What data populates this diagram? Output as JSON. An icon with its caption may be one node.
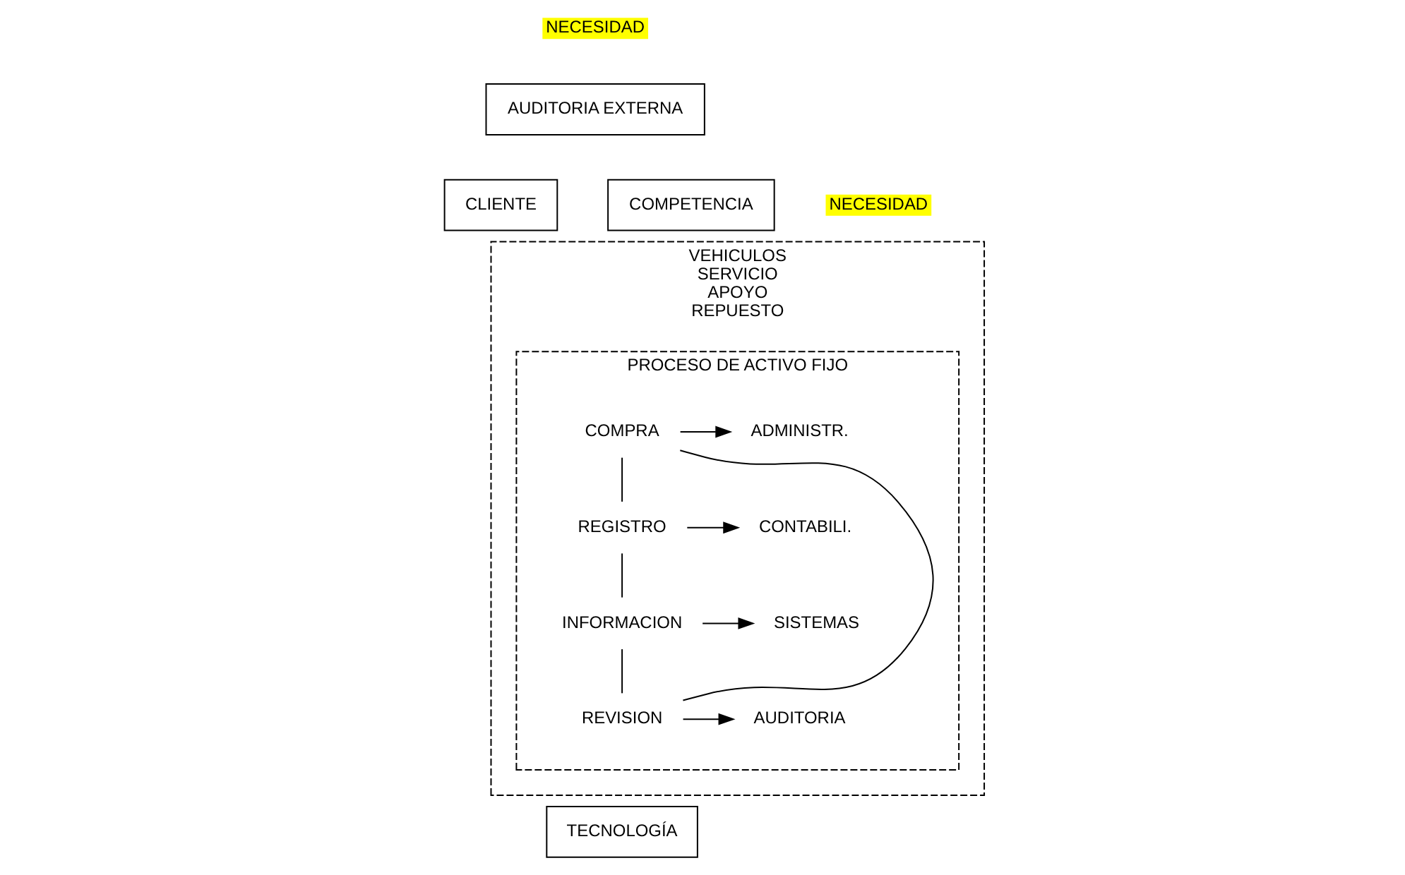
{
  "diagram": {
    "nodes": [
      {
        "text": [
          "AUDITORIA EXTERNA"
        ]
      },
      {
        "text": [
          "VEHICULOS",
          "SERVICIO",
          "APOYO",
          "REPUESTO"
        ]
      },
      {
        "text": [
          "PROCESO DE ACTIVO FIJO"
        ],
        "in": 1
      },
      {
        "text": [
          "COMPRA"
        ],
        "in": 2
      },
      {
        "text": [
          "ADMINISTR."
        ],
        "in": 2
      },
      {
        "text": [
          "REGISTRO"
        ],
        "in": 2
      },
      {
        "text": [
          "CONTABILI."
        ],
        "in": 2
      },
      {
        "text": [
          "INFORMACION"
        ],
        "in": 2
      },
      {
        "text": [
          "SISTEMAS"
        ],
        "in": 2
      },
      {
        "text": [
          "REVISION"
        ],
        "in": 2
      },
      {
        "text": [
          "AUDITORIA"
        ],
        "in": 2
      },
      {
        "text": [
          "CLIENTE"
        ]
      },
      {
        "text": [
          "COMPETENCIA"
        ]
      },
      {
        "text": [
          "TECNOLOGÍA"
        ]
      }
    ],
    "edges": [
      {
        "from": 3,
        "to": 4,
        "arrow": "to"
      },
      {
        "from": 5,
        "to": 6,
        "arrow": "to"
      },
      {
        "from": 7,
        "to": 8,
        "arrow": "to"
      },
      {
        "from": 9,
        "to": 10,
        "arrow": "to"
      },
      {
        "from": 3,
        "to": 5,
        "arrow": "none"
      },
      {
        "from": 5,
        "to": 7,
        "arrow": "none"
      },
      {
        "from": 7,
        "to": 9,
        "arrow": "none"
      },
      {
        "from": 9,
        "to": 3,
        "arrow": "none"
      }
    ],
    "labels": [
      "NECESIDAD",
      "NECESIDAD"
    ]
  }
}
